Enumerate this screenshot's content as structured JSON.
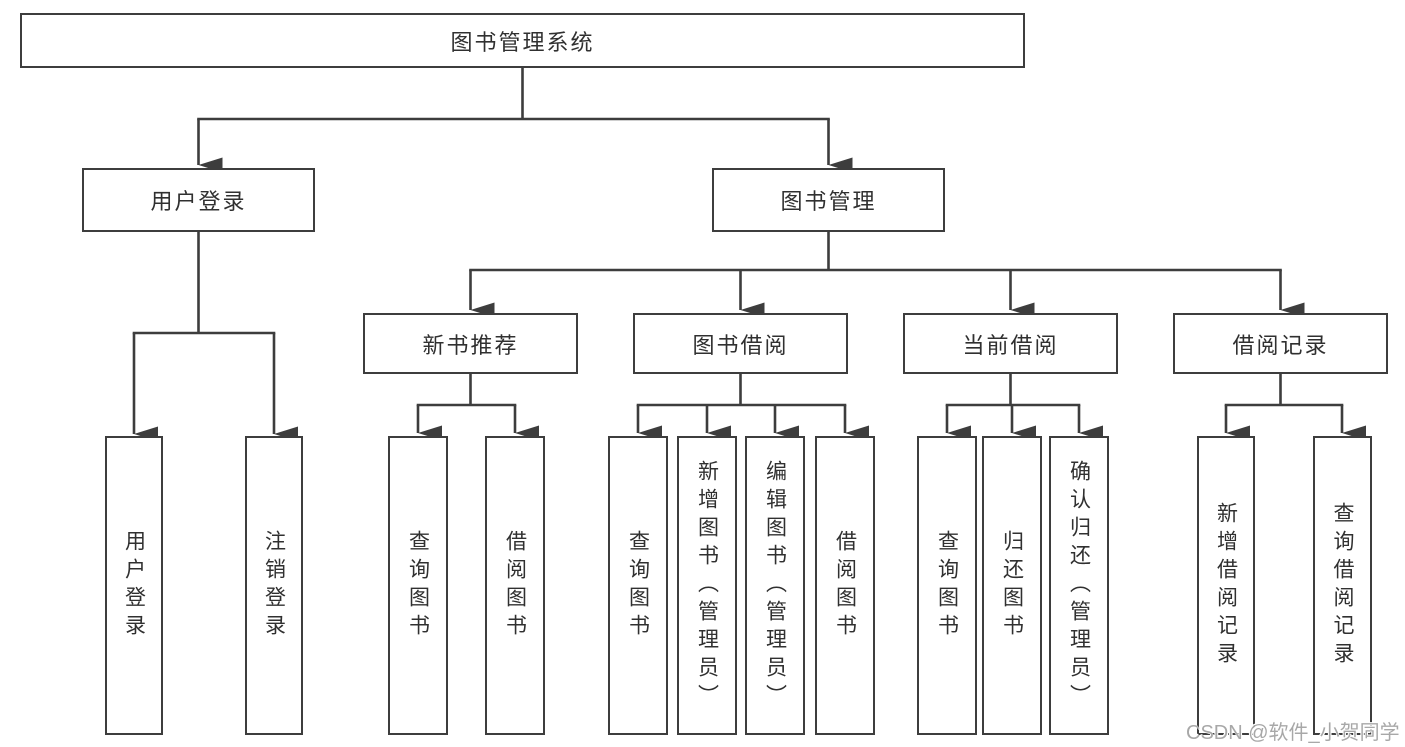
{
  "tree": {
    "root": {
      "label": "图书管理系统"
    },
    "level2": [
      {
        "label": "用户登录",
        "children": [
          "用户登录",
          "注销登录"
        ]
      },
      {
        "label": "图书管理",
        "children": [
          "新书推荐",
          "图书借阅",
          "当前借阅",
          "借阅记录"
        ]
      }
    ],
    "level3": [
      {
        "label": "新书推荐",
        "children": [
          "查询图书",
          "借阅图书"
        ]
      },
      {
        "label": "图书借阅",
        "children": [
          "查询图书",
          "新增图书（管理员）",
          "编辑图书（管理员）",
          "借阅图书"
        ]
      },
      {
        "label": "当前借阅",
        "children": [
          "查询图书",
          "归还图书",
          "确认归还（管理员）"
        ]
      },
      {
        "label": "借阅记录",
        "children": [
          "新增借阅记录",
          "查询借阅记录"
        ]
      }
    ]
  },
  "watermark": "CSDN @软件_小贺同学",
  "colors": {
    "line": "#3d3d3d",
    "text": "#303030",
    "watermark": "#a8a8a8",
    "background": "#ffffff"
  }
}
